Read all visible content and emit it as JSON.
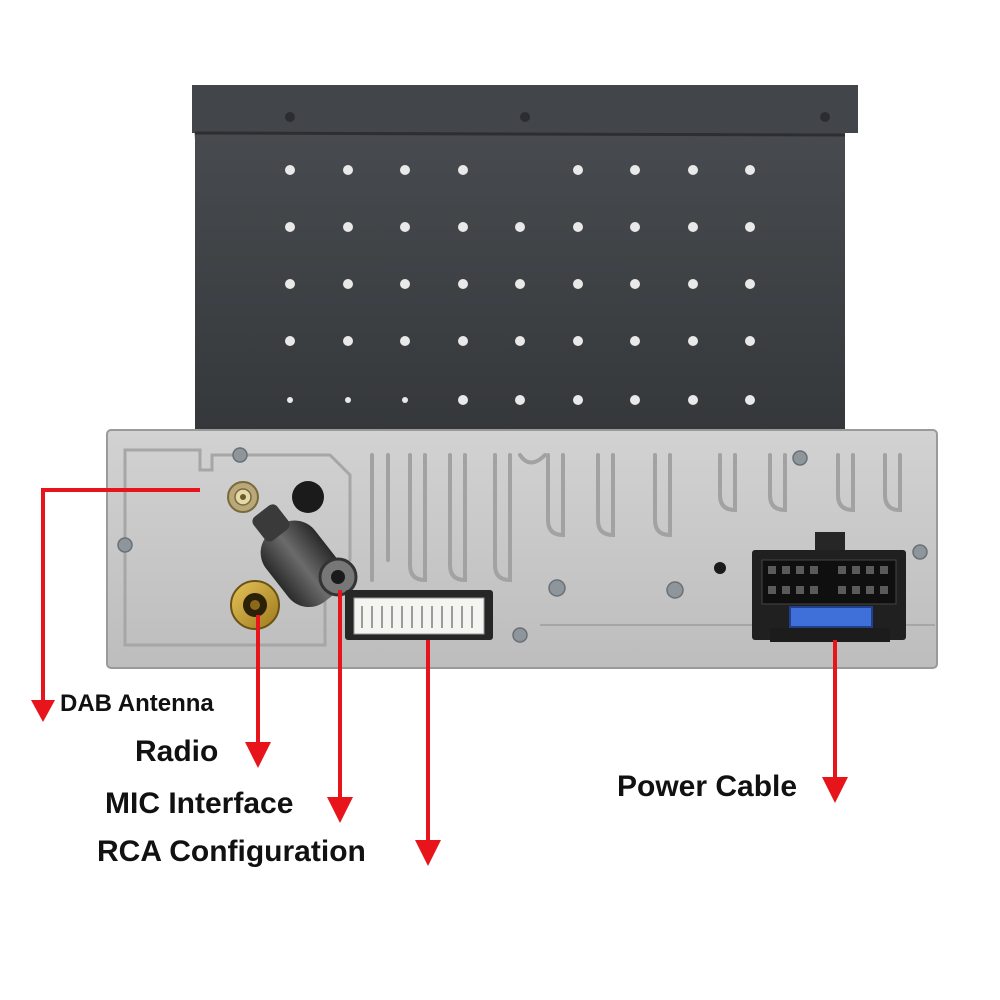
{
  "labels": {
    "dab_antenna": "DAB Antenna",
    "radio": "Radio",
    "mic_interface": "MIC Interface",
    "rca_configuration": "RCA Configuration",
    "power_cable": "Power Cable"
  },
  "colors": {
    "background": "#ffffff",
    "arrow": "#e8141b",
    "bracket": "#3e4246",
    "panel": "#c9c9c9",
    "label_text": "#111111"
  },
  "icons": {
    "antenna_connector": "sma-connector-icon",
    "radio_jack": "rca-jack-icon",
    "mic_jack": "mic-plug-icon",
    "rca_port": "multi-pin-port-icon",
    "power_port": "iso-power-connector-icon"
  }
}
